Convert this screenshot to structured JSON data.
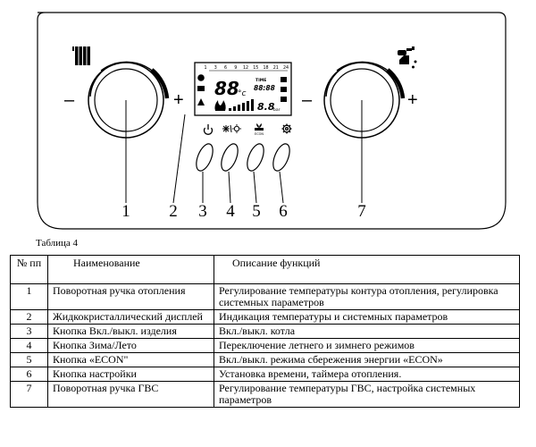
{
  "figure": {
    "callouts": [
      "1",
      "2",
      "3",
      "4",
      "5",
      "6",
      "7"
    ],
    "knob_left": {
      "minus": "–",
      "plus": "+",
      "icon": "radiator-icon"
    },
    "knob_right": {
      "minus": "–",
      "plus": "+",
      "icon": "tap-icon"
    },
    "display": {
      "hour_scale": [
        "1",
        "3",
        "6",
        "9",
        "12",
        "15",
        "18",
        "21",
        "24"
      ],
      "main_value": "88",
      "unit": "°c",
      "time_label": "TIME",
      "clock": "88:88",
      "small_value": "8.8",
      "small_unit": "bar"
    },
    "buttons": [
      {
        "icon": "power-icon"
      },
      {
        "icon": "snowflake-sun-icon"
      },
      {
        "icon": "econ-icon",
        "label": "ECON"
      },
      {
        "icon": "gear-icon"
      }
    ]
  },
  "caption": "Таблица 4",
  "table": {
    "headers": {
      "num": "№ пп",
      "name": "Наименование",
      "desc": "Описание функций"
    },
    "rows": [
      {
        "num": "1",
        "name": "Поворотная ручка отопления",
        "desc": "Регулирование температуры контура отопления, регулировка системных параметров"
      },
      {
        "num": "2",
        "name": "Жидкокристаллический дисплей",
        "desc": "Индикация температуры и системных параметров"
      },
      {
        "num": "3",
        "name": "Кнопка Вкл./выкл. изделия",
        "desc": "Вкл./выкл. котла"
      },
      {
        "num": "4",
        "name": "Кнопка Зима/Лето",
        "desc": "Переключение летнего и зимнего режимов"
      },
      {
        "num": "5",
        "name": "Кнопка «ECON\"",
        "desc": "Вкл./выкл. режима сбережения энергии «ECON»"
      },
      {
        "num": "6",
        "name": "Кнопка настройки",
        "desc": "Установка времени, таймера отопления."
      },
      {
        "num": "7",
        "name": "Поворотная ручка ГВС",
        "desc": "Регулирование температуры ГВС, настройка системных параметров"
      }
    ]
  }
}
